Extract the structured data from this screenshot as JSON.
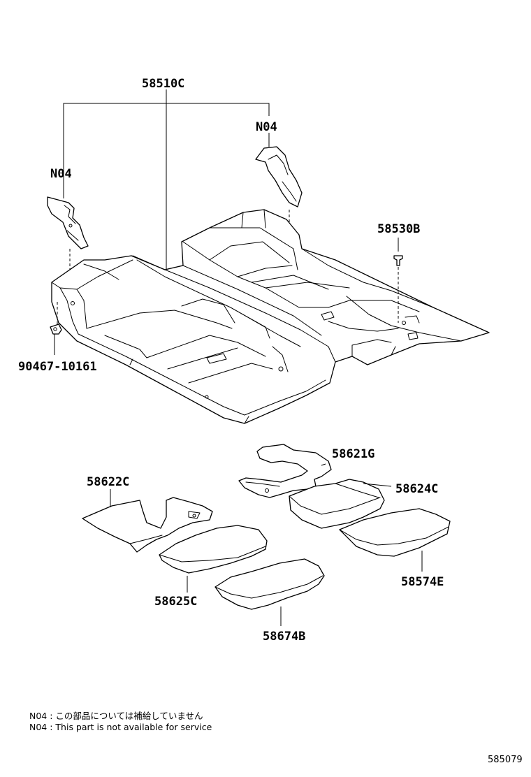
{
  "callouts": {
    "carpet_assy": "58510C",
    "cover_right": "N04",
    "cover_left": "N04",
    "clip_upper": "58530B",
    "clip_lower": "90467-10161",
    "mat_rear_lower_left": "58621G",
    "mat_front_left": "58622C",
    "mat_rear_right": "58624C",
    "mat_rear_lower_right": "58574E",
    "mat_front_right": "58625C",
    "mat_front_lower": "58674B"
  },
  "notes": {
    "line1": "N04 : この部品については補給していません",
    "line2": "N04 : This part is not available for service"
  },
  "figure_code": "585079"
}
